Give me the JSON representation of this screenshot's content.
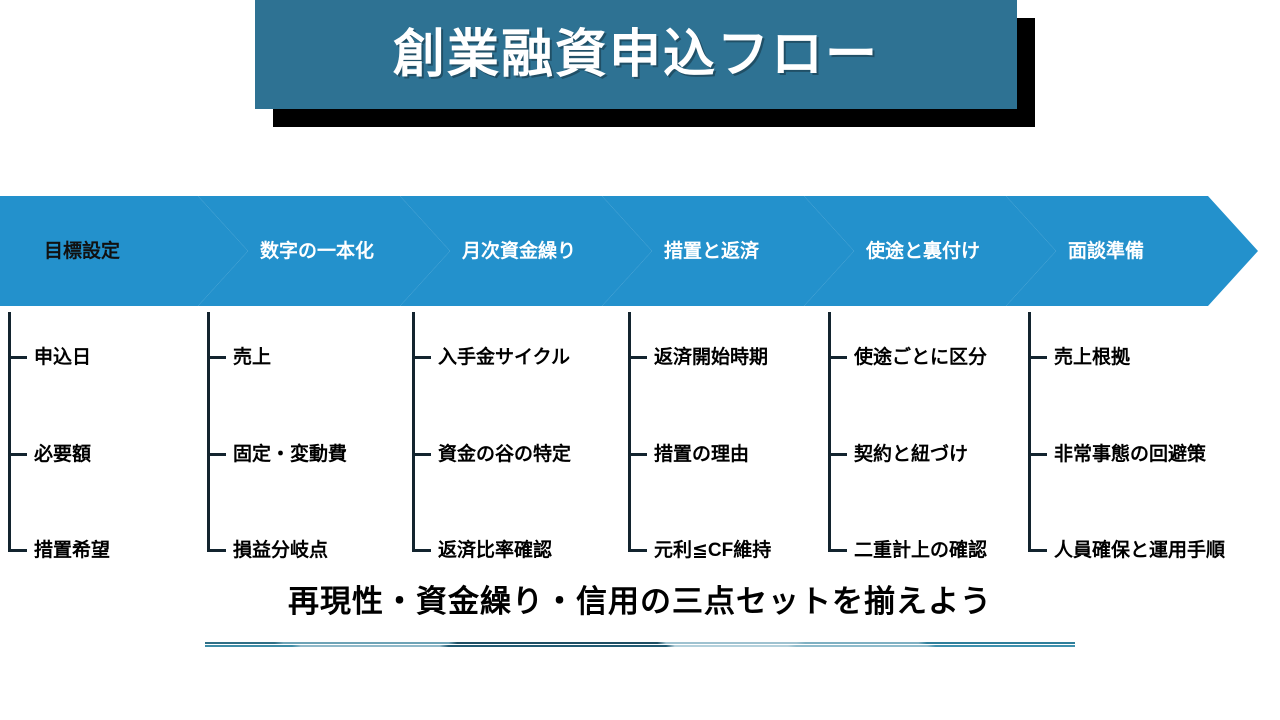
{
  "title": {
    "text": "創業融資申込フロー",
    "banner_color": "#2e7293",
    "shadow_color": "#000000",
    "text_color": "#ffffff"
  },
  "flow": {
    "chevron_color": "#2391cc",
    "steps": [
      {
        "label": "目標設定",
        "label_color": "#111111",
        "items": [
          "申込日",
          "必要額",
          "措置希望"
        ]
      },
      {
        "label": "数字の一本化",
        "label_color": "#ffffff",
        "items": [
          "売上",
          "固定・変動費",
          "損益分岐点"
        ]
      },
      {
        "label": "月次資金繰り",
        "label_color": "#ffffff",
        "items": [
          "入手金サイクル",
          "資金の谷の特定",
          "返済比率確認"
        ]
      },
      {
        "label": "措置と返済",
        "label_color": "#ffffff",
        "items": [
          "返済開始時期",
          "措置の理由",
          "元利≦CF維持"
        ]
      },
      {
        "label": "使途と裏付け",
        "label_color": "#ffffff",
        "items": [
          "使途ごとに区分",
          "契約と紐づけ",
          "二重計上の確認"
        ]
      },
      {
        "label": "面談準備",
        "label_color": "#ffffff",
        "items": [
          "売上根拠",
          "非常事態の回避策",
          "人員確保と運用手順"
        ]
      }
    ]
  },
  "footer": {
    "text": "再現性・資金繰り・信用の三点セットを揃えよう",
    "text_color": "#000000",
    "rule_color": "#2f6f86"
  }
}
